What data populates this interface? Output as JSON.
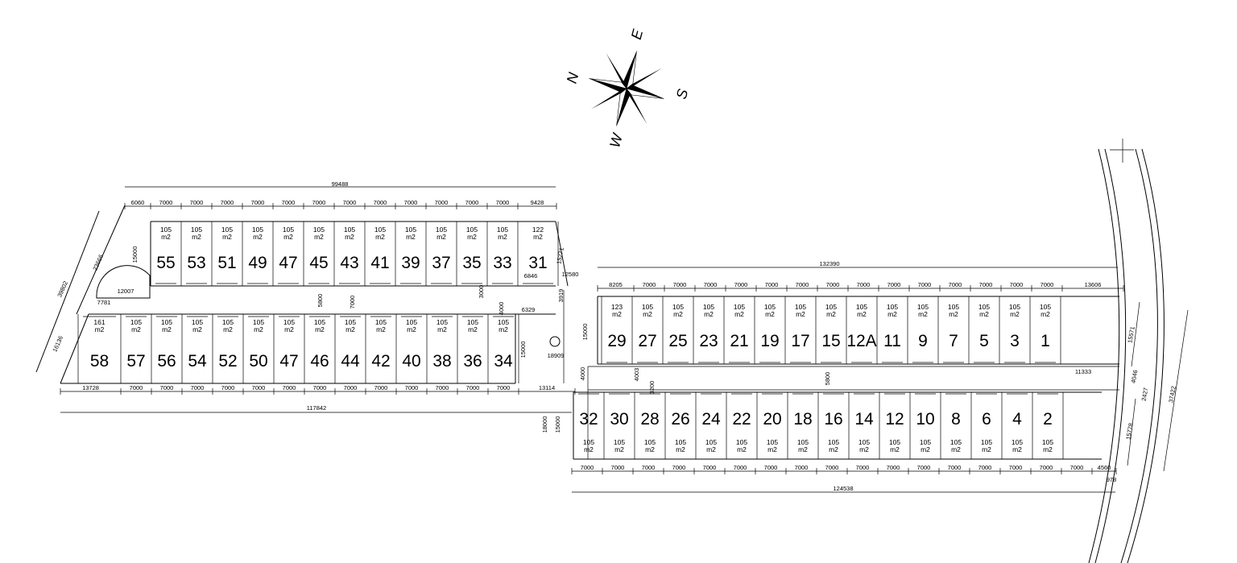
{
  "compass": {
    "north": "N",
    "east": "E",
    "south": "S",
    "west": "W"
  },
  "top_row": [
    {
      "num": "55",
      "area": [
        "105",
        "m2"
      ]
    },
    {
      "num": "53",
      "area": [
        "105",
        "m2"
      ]
    },
    {
      "num": "51",
      "area": [
        "105",
        "m2"
      ]
    },
    {
      "num": "49",
      "area": [
        "105",
        "m2"
      ]
    },
    {
      "num": "47",
      "area": [
        "105",
        "m2"
      ]
    },
    {
      "num": "45",
      "area": [
        "105",
        "m2"
      ]
    },
    {
      "num": "43",
      "area": [
        "105",
        "m2"
      ]
    },
    {
      "num": "41",
      "area": [
        "105",
        "m2"
      ]
    },
    {
      "num": "39",
      "area": [
        "105",
        "m2"
      ]
    },
    {
      "num": "37",
      "area": [
        "105",
        "m2"
      ]
    },
    {
      "num": "35",
      "area": [
        "105",
        "m2"
      ]
    },
    {
      "num": "33",
      "area": [
        "105",
        "m2"
      ]
    },
    {
      "num": "31",
      "area": [
        "122",
        "m2"
      ]
    }
  ],
  "second_row": [
    {
      "num": "58",
      "area": [
        "161",
        "m2"
      ]
    },
    {
      "num": "57",
      "area": [
        "105",
        "m2"
      ]
    },
    {
      "num": "56",
      "area": [
        "105",
        "m2"
      ]
    },
    {
      "num": "54",
      "area": [
        "105",
        "m2"
      ]
    },
    {
      "num": "52",
      "area": [
        "105",
        "m2"
      ]
    },
    {
      "num": "50",
      "area": [
        "105",
        "m2"
      ]
    },
    {
      "num": "47",
      "area": [
        "105",
        "m2"
      ]
    },
    {
      "num": "46",
      "area": [
        "105",
        "m2"
      ]
    },
    {
      "num": "44",
      "area": [
        "105",
        "m2"
      ]
    },
    {
      "num": "42",
      "area": [
        "105",
        "m2"
      ]
    },
    {
      "num": "40",
      "area": [
        "105",
        "m2"
      ]
    },
    {
      "num": "38",
      "area": [
        "105",
        "m2"
      ]
    },
    {
      "num": "36",
      "area": [
        "105",
        "m2"
      ]
    },
    {
      "num": "34",
      "area": [
        "105",
        "m2"
      ]
    }
  ],
  "third_row": [
    {
      "num": "29",
      "area": [
        "123",
        "m2"
      ]
    },
    {
      "num": "27",
      "area": [
        "105",
        "m2"
      ]
    },
    {
      "num": "25",
      "area": [
        "105",
        "m2"
      ]
    },
    {
      "num": "23",
      "area": [
        "105",
        "m2"
      ]
    },
    {
      "num": "21",
      "area": [
        "105",
        "m2"
      ]
    },
    {
      "num": "19",
      "area": [
        "105",
        "m2"
      ]
    },
    {
      "num": "17",
      "area": [
        "105",
        "m2"
      ]
    },
    {
      "num": "15",
      "area": [
        "105",
        "m2"
      ]
    },
    {
      "num": "12A",
      "area": [
        "105",
        "m2"
      ]
    },
    {
      "num": "11",
      "area": [
        "105",
        "m2"
      ]
    },
    {
      "num": "9",
      "area": [
        "105",
        "m2"
      ]
    },
    {
      "num": "7",
      "area": [
        "105",
        "m2"
      ]
    },
    {
      "num": "5",
      "area": [
        "105",
        "m2"
      ]
    },
    {
      "num": "3",
      "area": [
        "105",
        "m2"
      ]
    },
    {
      "num": "1",
      "area": [
        "105",
        "m2"
      ]
    }
  ],
  "bottom_row": [
    {
      "num": "32",
      "area": [
        "105",
        "m2"
      ]
    },
    {
      "num": "30",
      "area": [
        "105",
        "m2"
      ]
    },
    {
      "num": "28",
      "area": [
        "105",
        "m2"
      ]
    },
    {
      "num": "26",
      "area": [
        "105",
        "m2"
      ]
    },
    {
      "num": "24",
      "area": [
        "105",
        "m2"
      ]
    },
    {
      "num": "22",
      "area": [
        "105",
        "m2"
      ]
    },
    {
      "num": "20",
      "area": [
        "105",
        "m2"
      ]
    },
    {
      "num": "18",
      "area": [
        "105",
        "m2"
      ]
    },
    {
      "num": "16",
      "area": [
        "105",
        "m2"
      ]
    },
    {
      "num": "14",
      "area": [
        "105",
        "m2"
      ]
    },
    {
      "num": "12",
      "area": [
        "105",
        "m2"
      ]
    },
    {
      "num": "10",
      "area": [
        "105",
        "m2"
      ]
    },
    {
      "num": "8",
      "area": [
        "105",
        "m2"
      ]
    },
    {
      "num": "6",
      "area": [
        "105",
        "m2"
      ]
    },
    {
      "num": "4",
      "area": [
        "105",
        "m2"
      ]
    },
    {
      "num": "2",
      "area": [
        "105",
        "m2"
      ]
    }
  ],
  "dims": {
    "top_total": "99488",
    "top_segments": [
      "6060",
      "7000",
      "7000",
      "7000",
      "7000",
      "7000",
      "7000",
      "7000",
      "7000",
      "7000",
      "7000",
      "7000",
      "7000",
      "9428"
    ],
    "left_total": "117842",
    "left_segments": [
      "13728",
      "7000",
      "7000",
      "7000",
      "7000",
      "7000",
      "7000",
      "7000",
      "7000",
      "7000",
      "7000",
      "7000",
      "7000",
      "7000",
      "13114"
    ],
    "mid_total": "132390",
    "mid_segments": [
      "8205",
      "7000",
      "7000",
      "7000",
      "7000",
      "7000",
      "7000",
      "7000",
      "7000",
      "7000",
      "7000",
      "7000",
      "7000",
      "7000",
      "7000",
      "13606"
    ],
    "bottom_total": "124538",
    "bottom_segments": [
      "7000",
      "7000",
      "7000",
      "7000",
      "7000",
      "7000",
      "7000",
      "7000",
      "7000",
      "7000",
      "7000",
      "7000",
      "7000",
      "7000",
      "7000",
      "7000",
      "7000",
      "4560"
    ],
    "misc": {
      "d15000a": "15000",
      "d15000b": "15000",
      "d15000c": "15000",
      "d15000d": "15000",
      "d12007": "12007",
      "d7781": "7781",
      "d23666": "23666",
      "d39802": "39802",
      "d16136": "16136",
      "d15271": "15271",
      "d12580": "12580",
      "d6846": "6846",
      "d6329": "6329",
      "d18909": "18909",
      "d3000": "3000",
      "d4000a": "4000",
      "d5800a": "5800",
      "d7000": "7000",
      "d3919": "3919",
      "d4000b": "4000",
      "d4003": "4003",
      "d3200": "3200",
      "d5800b": "5800",
      "d18000": "18000",
      "d11333": "11333",
      "d15571": "15571",
      "d4046": "4046",
      "d2427": "2427",
      "d37422": "37422",
      "d15778": "15778",
      "d978": "978"
    }
  }
}
